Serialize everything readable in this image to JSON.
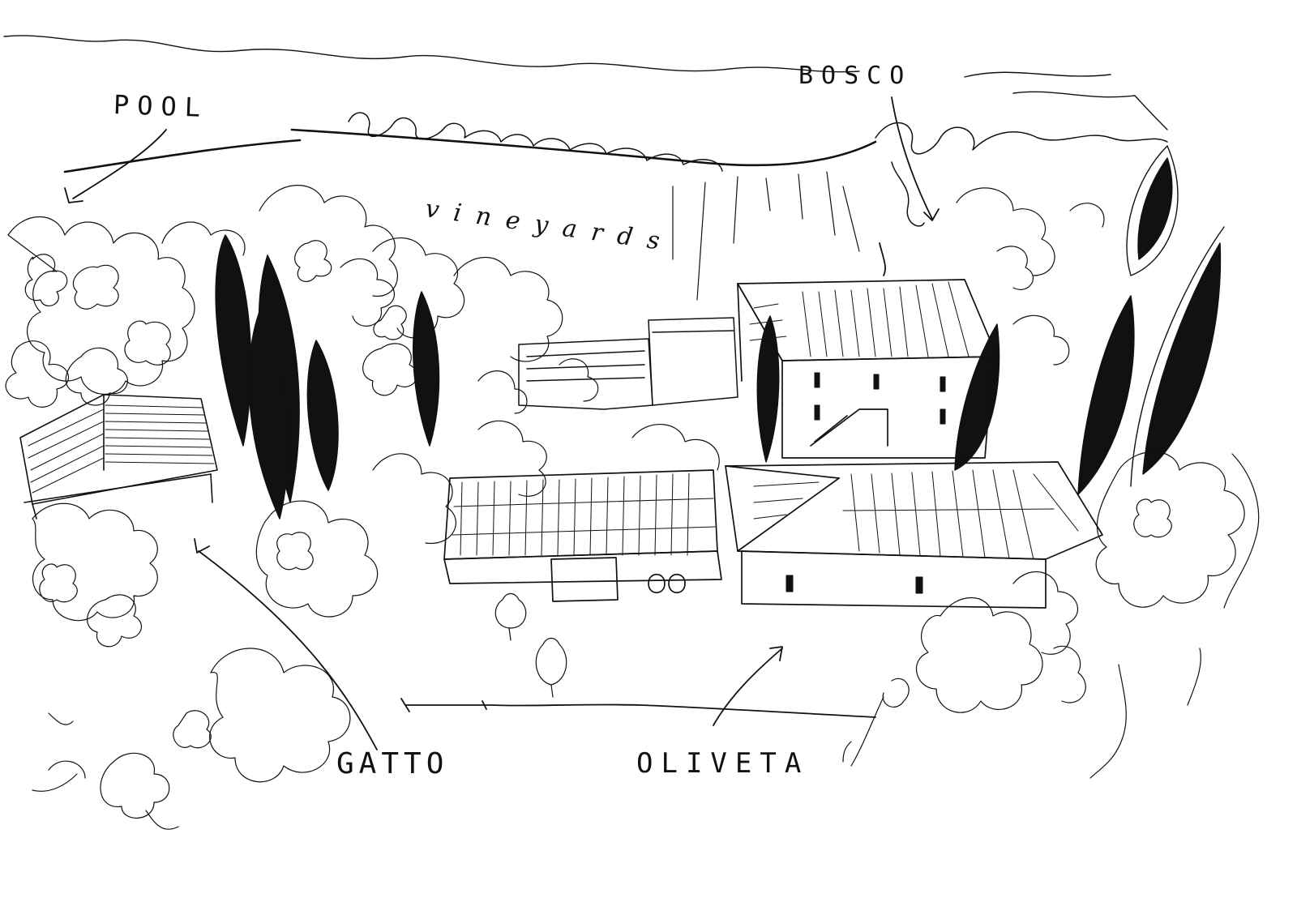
{
  "title": "Hand-drawn site sketch of a Tuscan estate",
  "labels": {
    "pool": "POOL",
    "bosco": "BOSCO",
    "vineyards": "vineyards",
    "gatto": "GATTO",
    "oliveta": "OLIVETA"
  },
  "colors": {
    "ink": "#111111",
    "paper": "#ffffff"
  },
  "elements": {
    "cypress_trees_count": 9,
    "buildings": [
      "main-villa",
      "west-wing",
      "south-barn",
      "annex-left",
      "rear-building"
    ]
  }
}
